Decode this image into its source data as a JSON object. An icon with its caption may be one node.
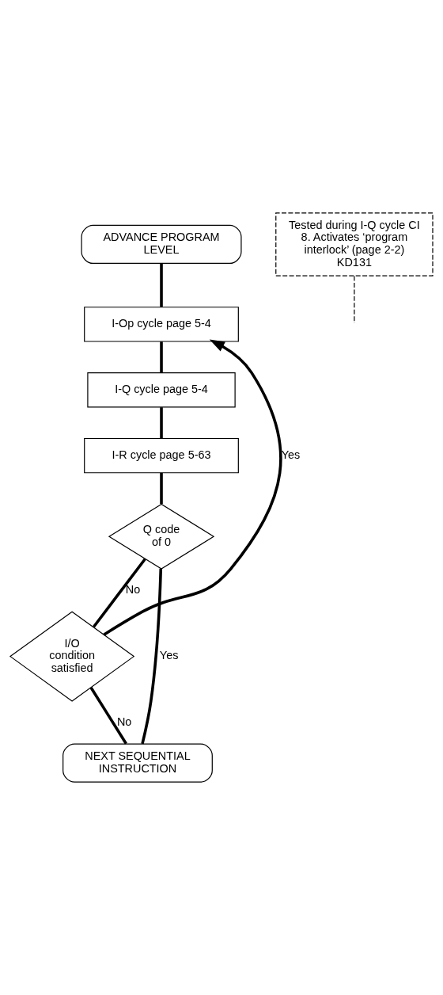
{
  "diagram": {
    "nodes": [
      {
        "text": [
          "ADVANCE PROGRAM LEVEL"
        ]
      },
      {
        "text": [
          "I-Op cycle page 5-4"
        ]
      },
      {
        "text": [
          "I-Q cycle page 5-4"
        ]
      },
      {
        "text": [
          "I-R cycle page 5-63"
        ]
      },
      {
        "text": [
          "Tested during I-Q cycle CI 8. Activates ‘program interlock’ (page 2-2)",
          "KD131"
        ]
      },
      {
        "text": [
          "Q code of 0"
        ]
      },
      {
        "text": [
          "I/O condition satisfied"
        ]
      },
      {
        "text": [
          "NEXT SEQUENTIAL INSTRUCTION"
        ]
      }
    ],
    "edges": [
      {
        "from": 0,
        "to": 1,
        "arrow": "none"
      },
      {
        "from": 1,
        "to": 2,
        "arrow": "none"
      },
      {
        "from": 2,
        "to": 3,
        "arrow": "none"
      },
      {
        "from": 3,
        "to": 5,
        "arrow": "none"
      },
      {
        "from": 5,
        "to": 6,
        "arrow": "none",
        "label": "No"
      },
      {
        "from": 5,
        "to": 7,
        "arrow": "none",
        "label": "Yes"
      },
      {
        "from": 6,
        "to": 7,
        "arrow": "none",
        "label": "No"
      },
      {
        "from": 6,
        "to": 1,
        "arrow": "to",
        "label": "Yes"
      },
      {
        "from": 4,
        "to": null,
        "arrow": "none",
        "style": "dashed"
      }
    ]
  }
}
